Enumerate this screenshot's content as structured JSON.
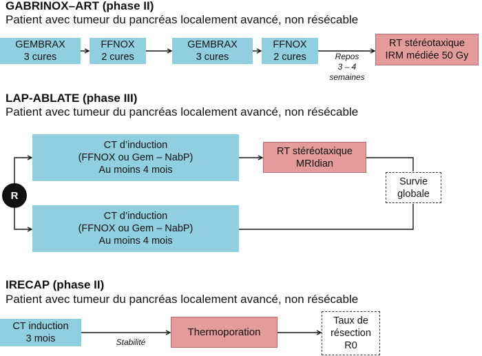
{
  "gabrinox": {
    "title": "GABRINOX–ART (phase II)",
    "subtitle": "Patient avec tumeur du pancréas localement avancé, non résécable",
    "step1": [
      "GEMBRAX",
      "3 cures"
    ],
    "step2": [
      "FFNOX",
      "2 cures"
    ],
    "step3": [
      "GEMBRAX",
      "3 cures"
    ],
    "step4": [
      "FFNOX",
      "2 cures"
    ],
    "rest": [
      "Repos",
      "3 – 4",
      "semaines"
    ],
    "rt": [
      "RT stéréotaxique",
      "IRM médiée 50 Gy"
    ]
  },
  "lap": {
    "title": "LAP-ABLATE (phase III)",
    "subtitle": "Patient avec tumeur du pancréas localement avancé, non résécable",
    "randomization": "R",
    "arm1": [
      "CT d’induction",
      "(FFNOX ou Gem – NabP)",
      "Au moins 4 mois"
    ],
    "arm1_rt": [
      "RT stéréotaxique",
      "MRIdian"
    ],
    "arm2": [
      "CT d’induction",
      "(FFNOX ou Gem – NabP)",
      "Au moins 4 mois"
    ],
    "endpoint": [
      "Survie",
      "globale"
    ]
  },
  "irecap": {
    "title": "IRECAP (phase II)",
    "subtitle": "Patient avec tumeur du pancréas localement avancé, non résécable",
    "ct": [
      "CT induction",
      "3 mois"
    ],
    "stability": "Stabilité",
    "thermo": "Thermoporation",
    "endpoint": [
      "Taux de",
      "résection",
      "R0"
    ]
  },
  "colors": {
    "blue_box": "#8fcfe0",
    "red_box": "#e39b9b",
    "line": "#111111"
  }
}
